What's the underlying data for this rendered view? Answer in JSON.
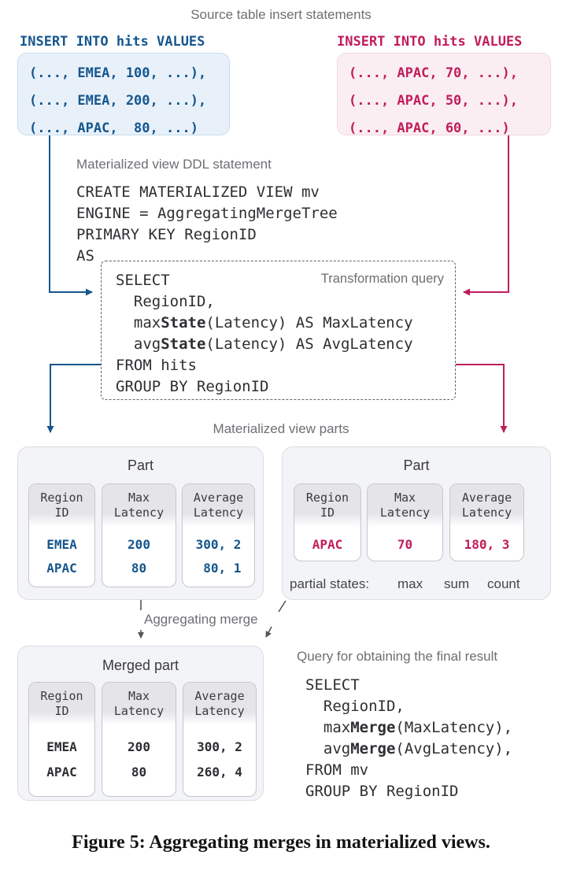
{
  "title": "Source table insert statements",
  "insert_left": {
    "label": "INSERT INTO hits VALUES",
    "rows": [
      "(..., EMEA, 100, ...),",
      "(..., EMEA, 200, ...),",
      "(..., APAC,  80, ...)"
    ]
  },
  "insert_right": {
    "label": "INSERT INTO hits VALUES",
    "rows": [
      "(..., APAC, 70, ...),",
      "(..., APAC, 50, ...),",
      "(..., APAC, 60, ...)"
    ]
  },
  "ddl": {
    "label": "Materialized view DDL statement",
    "code": [
      "CREATE MATERIALIZED VIEW mv",
      "ENGINE = AggregatingMergeTree",
      "PRIMARY KEY RegionID",
      "AS"
    ]
  },
  "transformation": {
    "label": "Transformation query",
    "code": [
      "SELECT",
      "  RegionID,",
      "  maxState(Latency) AS MaxLatency",
      "  avgState(Latency) AS AvgLatency",
      "FROM hits",
      "GROUP BY RegionID"
    ]
  },
  "code_bold_tokens": [
    "State",
    "Merge"
  ],
  "parts_label": "Materialized view parts",
  "part_left": {
    "title": "Part",
    "columns": [
      {
        "header": [
          "Region",
          "ID"
        ],
        "values": [
          "EMEA",
          "APAC"
        ]
      },
      {
        "header": [
          "Max",
          "Latency"
        ],
        "values": [
          "200",
          "80"
        ]
      },
      {
        "header": [
          "Average",
          "Latency"
        ],
        "values": [
          "300, 2",
          " 80, 1"
        ]
      }
    ]
  },
  "part_right": {
    "title": "Part",
    "columns": [
      {
        "header": [
          "Region",
          "ID"
        ],
        "values": [
          "APAC"
        ]
      },
      {
        "header": [
          "Max",
          "Latency"
        ],
        "values": [
          "70"
        ]
      },
      {
        "header": [
          "Average",
          "Latency"
        ],
        "values": [
          "180, 3"
        ]
      }
    ],
    "partial_states": {
      "label": "partial states:",
      "items": [
        "max",
        "sum",
        "count"
      ]
    }
  },
  "merge_label": "Aggregating merge",
  "merged": {
    "title": "Merged part",
    "columns": [
      {
        "header": [
          "Region",
          "ID"
        ],
        "values": [
          "EMEA",
          "APAC"
        ]
      },
      {
        "header": [
          "Max",
          "Latency"
        ],
        "values": [
          "200",
          "80"
        ]
      },
      {
        "header": [
          "Average",
          "Latency"
        ],
        "values": [
          "300, 2",
          "260, 4"
        ]
      }
    ]
  },
  "final_query": {
    "label": "Query for obtaining the final result",
    "code": [
      "SELECT",
      "  RegionID,",
      "  maxMerge(MaxLatency),",
      "  avgMerge(AvgLatency),",
      "FROM mv",
      "GROUP BY RegionID"
    ]
  },
  "caption": "Figure 5: Aggregating merges in materialized views.",
  "colors": {
    "blue": "#15568e",
    "pink": "#c01d5b",
    "gray_label": "#6e6e74",
    "arrow_gray": "#55555b"
  }
}
